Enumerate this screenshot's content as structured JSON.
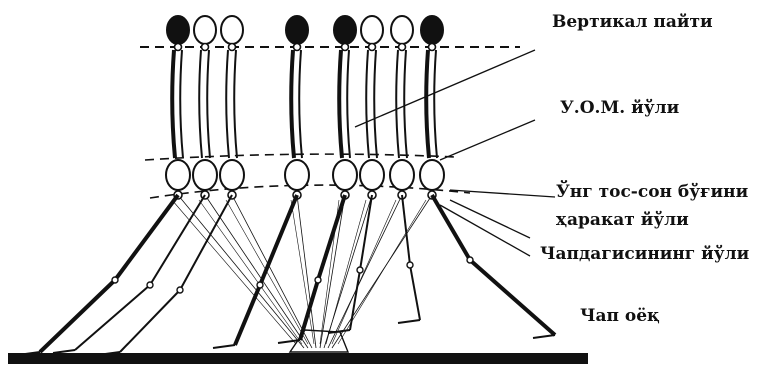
{
  "figure": {
    "ink_color": "#111111",
    "background": "#ffffff",
    "phase_count": 8,
    "labels": {
      "vertical": "Вертикал пайти",
      "ucm_path": "У.О.М. йўли",
      "hip_line1": "Ўнг тос-сон бўғини",
      "hip_line2": "ҳаракат йўли",
      "shin_path": "Чапдагисининг йўли",
      "left_foot": "Чап оёқ"
    }
  }
}
